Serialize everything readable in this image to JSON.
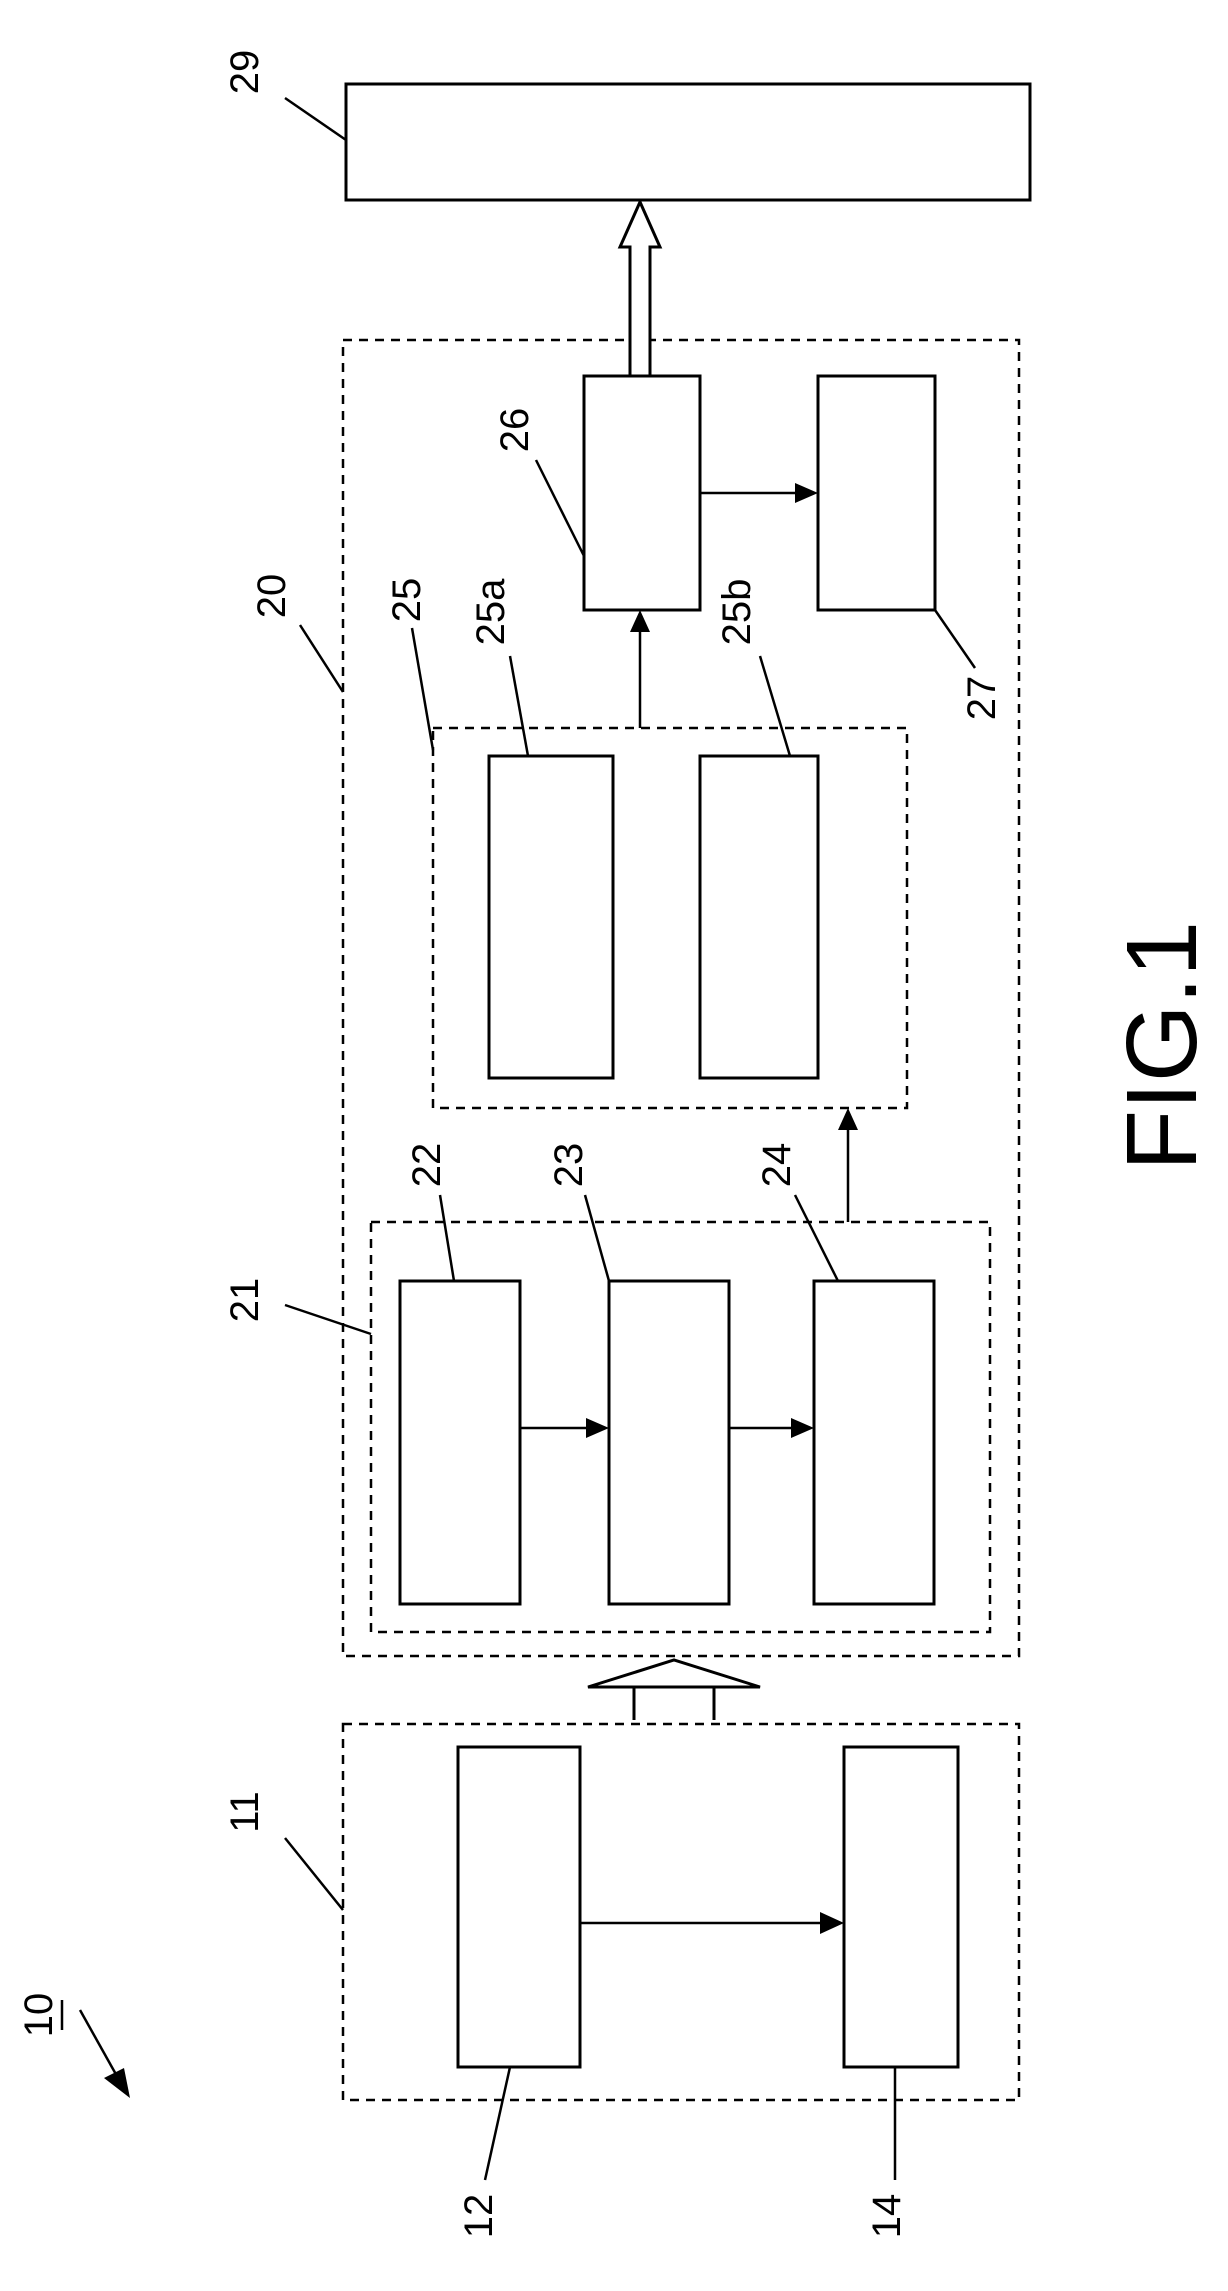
{
  "figure": {
    "caption": "FIG.1",
    "labels": {
      "system": "10",
      "group_left": "11",
      "block_12": "12",
      "block_14": "14",
      "group_main": "20",
      "group_inner": "21",
      "block_22": "22",
      "block_23": "23",
      "block_24": "24",
      "group_25": "25",
      "block_25a": "25a",
      "block_25b": "25b",
      "block_26": "26",
      "block_27": "27",
      "block_29": "29"
    }
  }
}
